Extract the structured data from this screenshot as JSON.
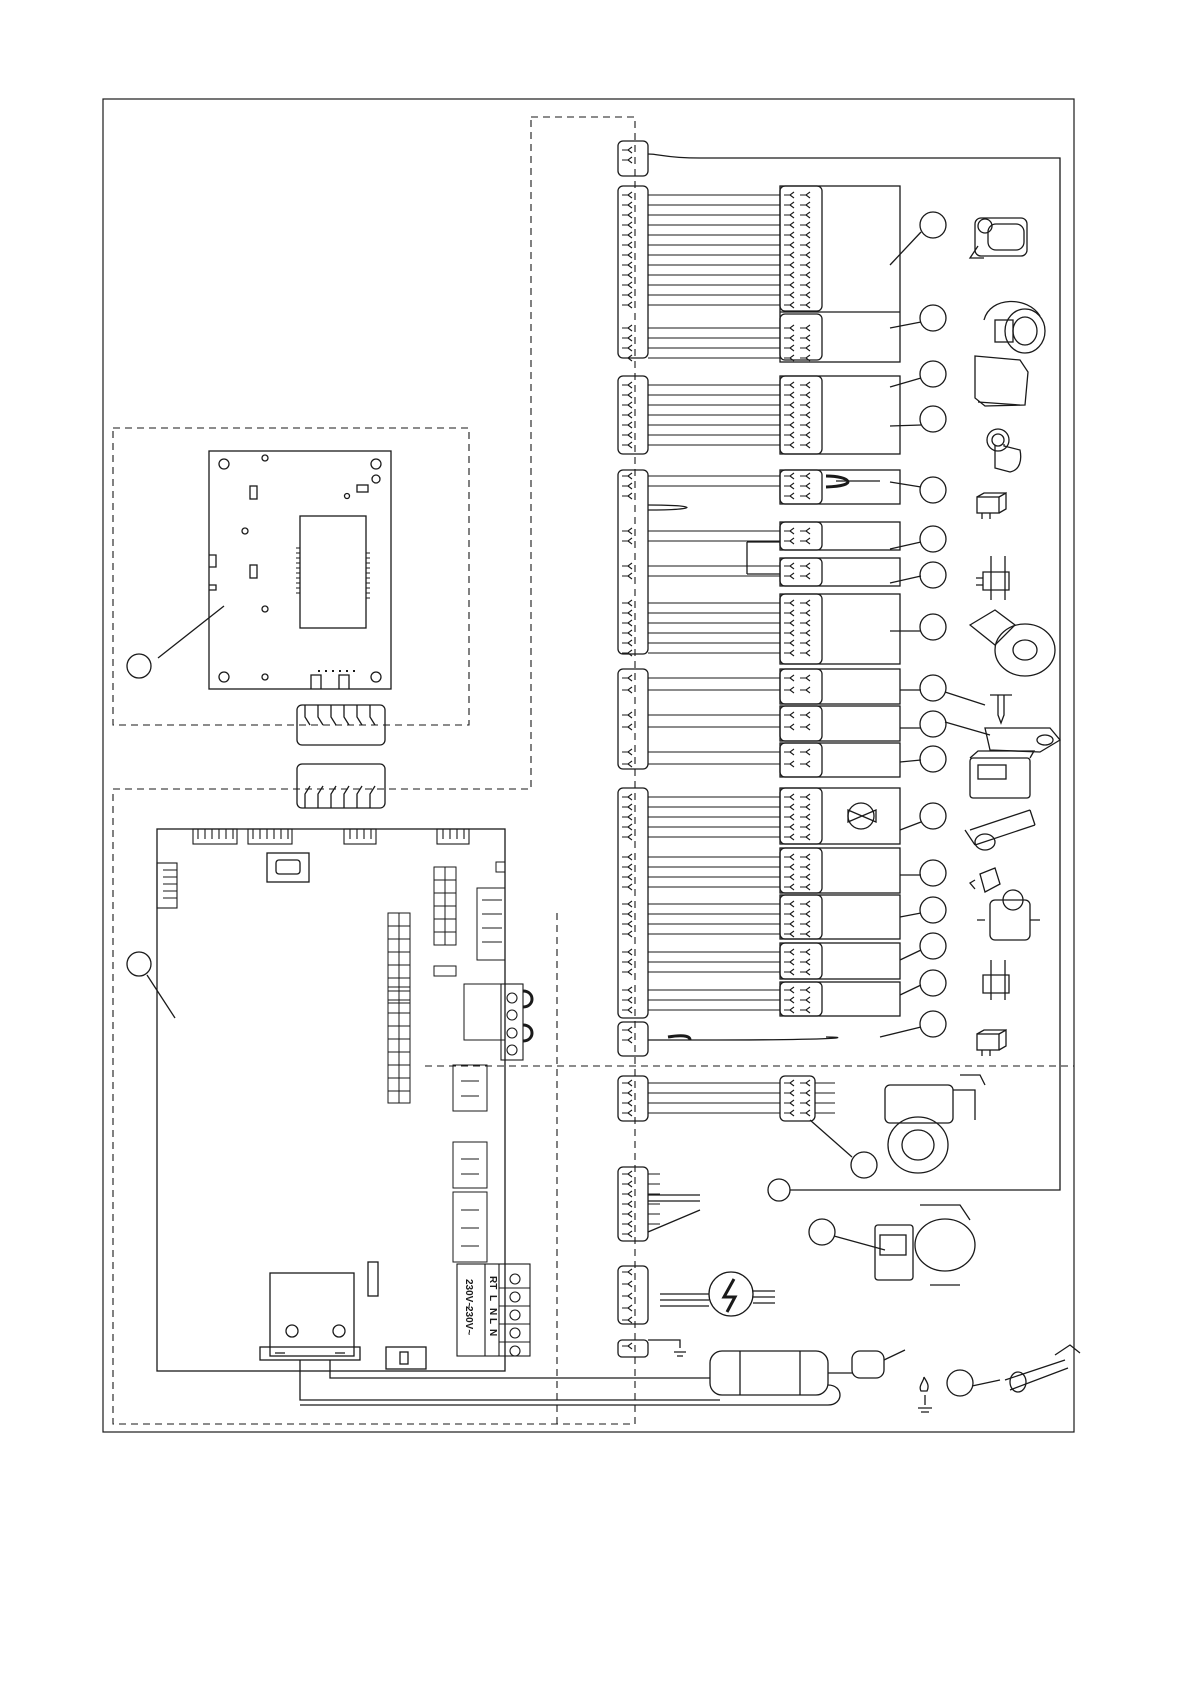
{
  "diagram": {
    "terminal_labels": {
      "voltage_top": "230V~",
      "rt": "RT",
      "l1": "L",
      "n1": "N",
      "voltage_bottom": "230V~",
      "l2": "L",
      "n2": "N"
    },
    "icons": {
      "gas_valve": "gas-valve-icon",
      "fan_venturi": "venturi-icon",
      "control_box": "control-box-icon",
      "push_button": "push-button-icon",
      "ntc_sensor": "sensor-plug-icon",
      "temperature_sensor": "pipe-sensor-icon",
      "fan": "fan-icon",
      "flow_sensor": "flow-sensor-icon",
      "room_controller": "room-controller-icon",
      "display": "display-icon",
      "diverter_valve": "diverter-valve-icon",
      "pressure_sensor": "pressure-sensor-icon",
      "water_flow": "water-flow-icon",
      "pump": "pump-icon",
      "pump_pwm": "pwm-pump-icon",
      "high_voltage": "lightning-icon",
      "ignition_electrode": "electrode-icon"
    },
    "colors": {
      "line": "#1a1a1a",
      "background": "#ffffff"
    }
  }
}
